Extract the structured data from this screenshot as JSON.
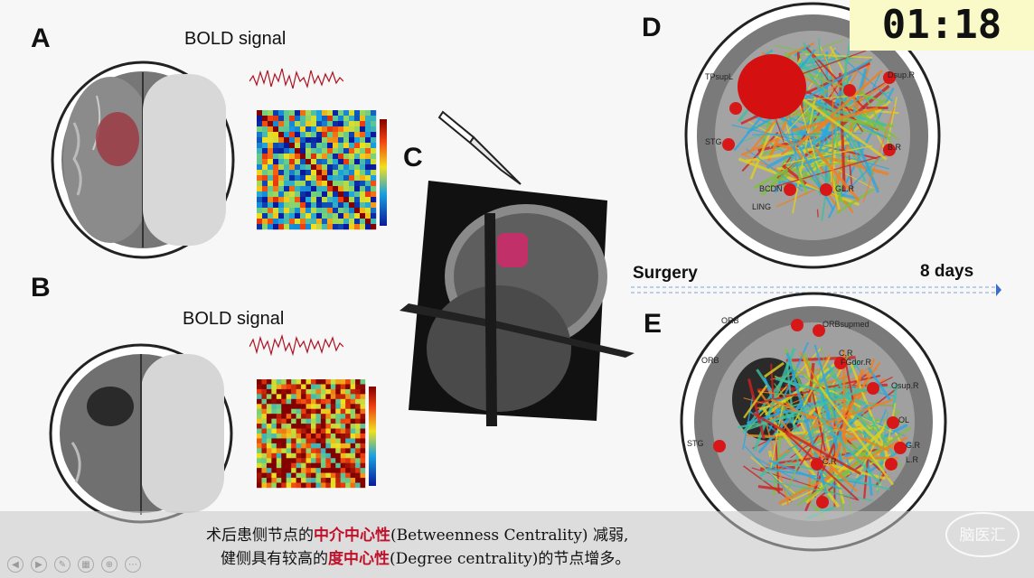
{
  "panels": {
    "a_letter": "A",
    "b_letter": "B",
    "c_letter": "C",
    "d_letter": "D",
    "e_letter": "E",
    "a_title": "BOLD signal",
    "b_title": "BOLD signal"
  },
  "timeline": {
    "surgery_label": "Surgery",
    "days_label": "8 days"
  },
  "timer": {
    "value": "01:18"
  },
  "network_labels_d": [
    "TPsupL",
    "Dsup.R",
    "STG",
    "B.R",
    "BCDN",
    "LING",
    "GL.R"
  ],
  "network_labels_e": [
    "ORB",
    "ORBsupmed",
    "ORB",
    "C.R",
    "FGdor.R",
    "Osup.R",
    "STG",
    "OL",
    "G.R",
    "C.R",
    "L.R"
  ],
  "caption": {
    "line1_pre": "术后患侧节点的",
    "line1_hl": "中介中心性",
    "line1_post": "(Betweenness Centrality) 减弱,",
    "line2_pre": "健侧具有较高的",
    "line2_hl": "度中心性",
    "line2_post": "(Degree centrality)的节点增多。"
  },
  "watermark": {
    "text": "脑医汇"
  },
  "colors": {
    "lesion": "#c0102a",
    "timer_bg": "#fafac8",
    "caption_highlight": "#c0102a"
  }
}
